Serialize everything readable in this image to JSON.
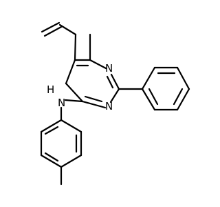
{
  "atoms": {
    "n_ring_upper": "N",
    "n_ring_lower": "N",
    "n_amine": "N",
    "h_amine": "H"
  },
  "colors": {
    "bond": "#000000",
    "background": "#ffffff",
    "text": "#000000"
  }
}
